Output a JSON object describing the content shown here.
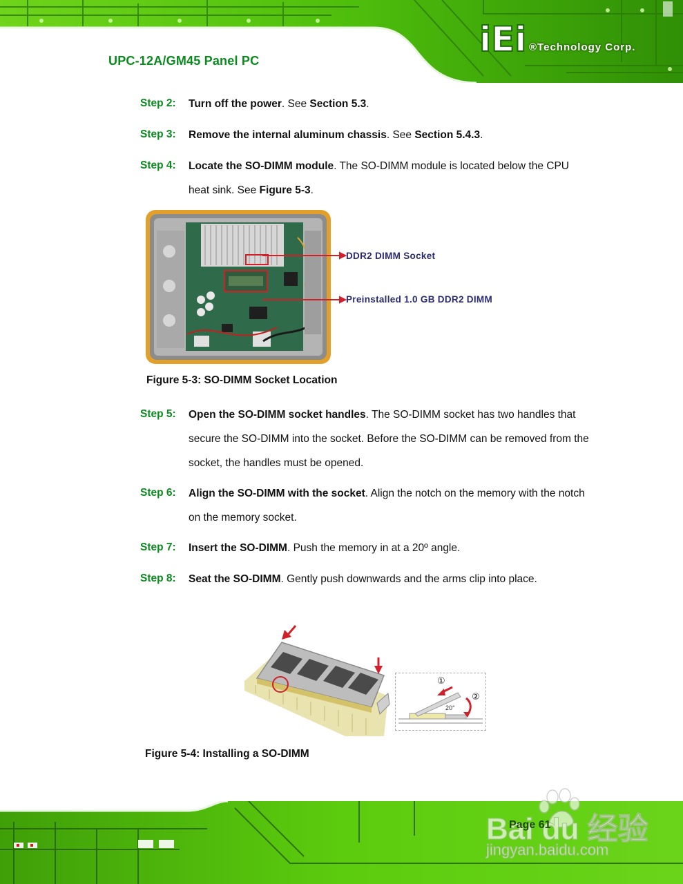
{
  "header": {
    "doc_title": "UPC-12A/GM45 Panel PC",
    "brand_logo": "iEi",
    "brand_corp": "®Technology Corp."
  },
  "steps": [
    {
      "no": "Step 2:",
      "bold": "Turn off the power",
      "rest": ". See ",
      "ref": "Section 5.3",
      "tail": "."
    },
    {
      "no": "Step 3:",
      "bold": "Remove the internal aluminum chassis",
      "rest": ". See ",
      "ref": "Section 5.4.3",
      "tail": "."
    },
    {
      "no": "Step 4:",
      "bold": "Locate the SO-DIMM module",
      "rest": ". The SO-DIMM module is located below the CPU heat sink. See ",
      "ref": "Figure 5-3",
      "tail": "."
    },
    {
      "no": "Step 5:",
      "bold": "Open the SO-DIMM socket handles",
      "rest": ". The SO-DIMM socket has two handles that secure the SO-DIMM into the socket. Before the SO-DIMM can be removed from the socket, the handles must be opened."
    },
    {
      "no": "Step 6:",
      "bold": "Align the SO-DIMM with the socket",
      "rest": ". Align the notch on the memory with the notch on the memory socket."
    },
    {
      "no": "Step 7:",
      "bold": "Insert the SO-DIMM",
      "rest": ". Push the memory in at a 20º angle."
    },
    {
      "no": "Step 8:",
      "bold": "Seat the SO-DIMM",
      "rest": ". Gently push downwards and the arms clip into place."
    }
  ],
  "figure_3": {
    "callout_socket": "DDR2 DIMM Socket",
    "callout_dimm": "Preinstalled 1.0 GB DDR2 DIMM",
    "caption": "Figure 5-3: SO-DIMM Socket Location"
  },
  "figure_4": {
    "step1_marker": "①",
    "step2_marker": "②",
    "angle_label": "20°",
    "caption": "Figure 5-4: Installing a SO-DIMM"
  },
  "footer": {
    "page": "Page 61",
    "watermark_text": "Bai du 经验",
    "watermark_url": "jingyan.baidu.com"
  },
  "colors": {
    "step_green": "#0a8a1e",
    "pcb_green": "#58c90a",
    "callout_red": "#d0202a",
    "callout_text": "#2a2a6e"
  }
}
